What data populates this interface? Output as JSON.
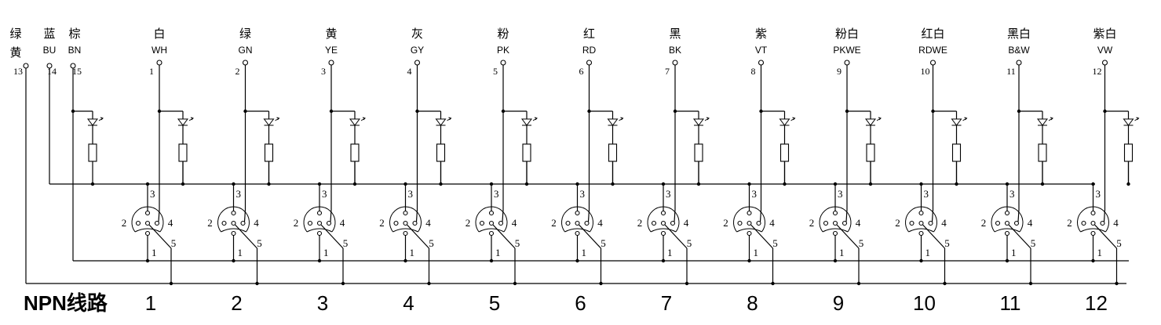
{
  "title": "NPN线路",
  "common_wires": [
    {
      "cn": "绿",
      "cn2": "黄",
      "code": "",
      "num": "13"
    },
    {
      "cn": "蓝",
      "cn2": "",
      "code": "BU",
      "num": "14"
    },
    {
      "cn": "棕",
      "cn2": "",
      "code": "BN",
      "num": "15"
    }
  ],
  "channels": [
    {
      "cn": "白",
      "code": "WH",
      "num": "1",
      "label": "1"
    },
    {
      "cn": "绿",
      "code": "GN",
      "num": "2",
      "label": "2"
    },
    {
      "cn": "黄",
      "code": "YE",
      "num": "3",
      "label": "3"
    },
    {
      "cn": "灰",
      "code": "GY",
      "num": "4",
      "label": "4"
    },
    {
      "cn": "粉",
      "code": "PK",
      "num": "5",
      "label": "5"
    },
    {
      "cn": "红",
      "code": "RD",
      "num": "6",
      "label": "6"
    },
    {
      "cn": "黑",
      "code": "BK",
      "num": "7",
      "label": "7"
    },
    {
      "cn": "紫",
      "code": "VT",
      "num": "8",
      "label": "8"
    },
    {
      "cn": "粉白",
      "code": "PKWE",
      "num": "9",
      "label": "9"
    },
    {
      "cn": "红白",
      "code": "RDWE",
      "num": "10",
      "label": "10"
    },
    {
      "cn": "黑白",
      "code": "B&W",
      "num": "11",
      "label": "11"
    },
    {
      "cn": "紫白",
      "code": "VW",
      "num": "12",
      "label": "12"
    }
  ],
  "connector_pins": [
    "1",
    "2",
    "3",
    "4",
    "5"
  ]
}
